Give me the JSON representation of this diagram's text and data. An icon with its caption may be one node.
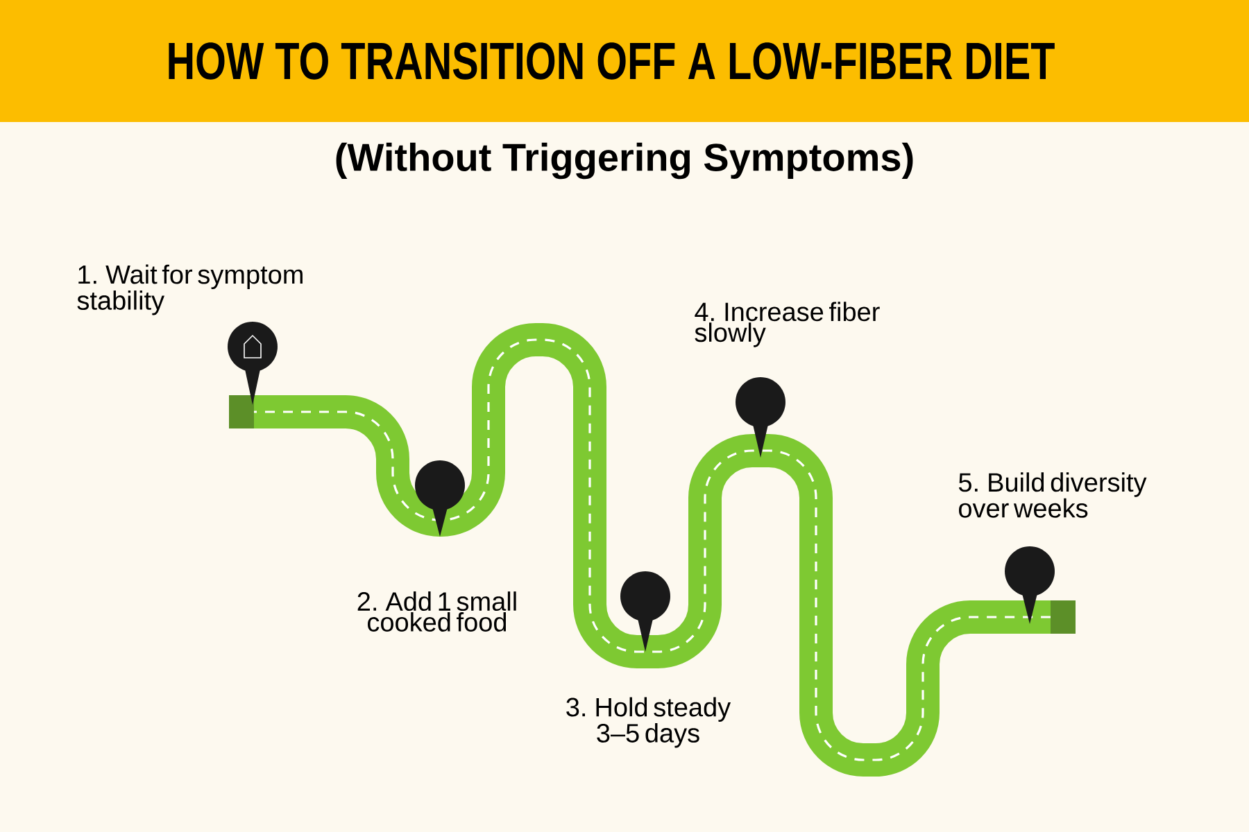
{
  "diagram": {
    "title": "HOW TO TRANSITION OFF A LOW-FIBER DIET",
    "labels": [
      "(Without Triggering Symptoms)",
      "1. Wait for symptom stability",
      "2. Add 1 small cooked food",
      "3. Hold steady 3–5 days",
      "4. Increase fiber slowly",
      "5. Build diversity over weeks"
    ]
  }
}
